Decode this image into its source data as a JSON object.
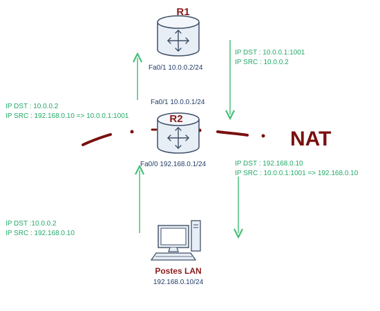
{
  "colors": {
    "device_label": "#8b1a1a",
    "interface_text": "#1f3a66",
    "packet_text": "#22a867",
    "arrow": "#45c07a",
    "nat_line": "#7a1010",
    "nat_text": "#7a1010",
    "device_fill": "#e8eef6",
    "device_stroke": "#3d4f66"
  },
  "devices": {
    "r1": {
      "name": "R1",
      "icon": "router-icon"
    },
    "r2": {
      "name": "R2",
      "icon": "router-icon"
    },
    "pc": {
      "name": "Postes LAN",
      "ip": "192.168.0.10/24",
      "icon": "desktop-computer-icon"
    }
  },
  "interfaces": {
    "r1_fa01": "Fa0/1 10.0.0.2/24",
    "r2_fa01": "Fa0/1 10.0.0.1/24",
    "r2_fa00": "Fa0/0 192.168.0.1/24"
  },
  "nat_label": "NAT",
  "packets": {
    "r1_to_r2": {
      "dst": "IP DST : 10.0.0.1:1001",
      "src": "IP SRC : 10.0.0.2"
    },
    "r2_to_r1": {
      "dst": "IP DST : 10.0.0.2",
      "src": "IP SRC : 192.168.0.10 => 10.0.0.1:1001"
    },
    "r2_to_pc": {
      "dst": "IP DST : 192.168.0.10",
      "src": "IP SRC : 10.0.0.1:1001 => 192.168.0.10"
    },
    "pc_to_r2": {
      "dst": "IP DST :10.0.0.2",
      "src": "IP SRC : 192.168.0.10"
    }
  }
}
